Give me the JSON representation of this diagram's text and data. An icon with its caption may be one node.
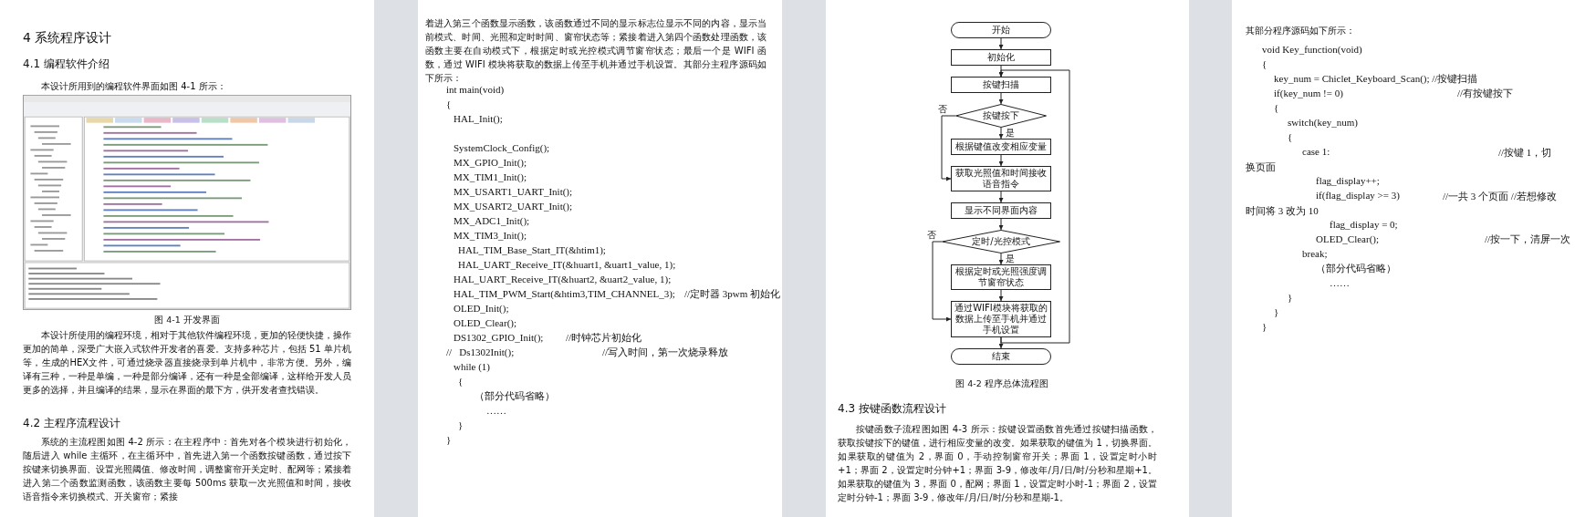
{
  "diagram": {
    "nodes": [
      {
        "text": [
          "开始"
        ]
      },
      {
        "text": [
          "初始化"
        ]
      },
      {
        "text": [
          "按键扫描"
        ]
      },
      {
        "text": [
          "按键按下"
        ]
      },
      {
        "text": [
          "根据键值改变相应变量"
        ]
      },
      {
        "text": [
          "获取光照值和时间接收语音指令"
        ]
      },
      {
        "text": [
          "显示不同界面内容"
        ]
      },
      {
        "text": [
          "定时/光控模式"
        ]
      },
      {
        "text": [
          "根据定时或光照强度调节窗帘状态"
        ]
      },
      {
        "text": [
          "通过WIFI模块将获取的数据上传至手机并通过手机设置"
        ]
      },
      {
        "text": [
          "结束"
        ]
      }
    ],
    "edges": [
      {
        "from": 0,
        "to": 1,
        "arrow": "to"
      },
      {
        "from": 1,
        "to": 2,
        "arrow": "to"
      },
      {
        "from": 2,
        "to": 3,
        "arrow": "to"
      },
      {
        "from": 3,
        "to": 4,
        "arrow": "to",
        "label": "是"
      },
      {
        "from": 3,
        "to": 5,
        "arrow": "to",
        "label": "否"
      },
      {
        "from": 4,
        "to": 5,
        "arrow": "to"
      },
      {
        "from": 5,
        "to": 6,
        "arrow": "to"
      },
      {
        "from": 6,
        "to": 7,
        "arrow": "to"
      },
      {
        "from": 7,
        "to": 8,
        "arrow": "to",
        "label": "是"
      },
      {
        "from": 7,
        "to": 9,
        "arrow": "to",
        "label": "否"
      },
      {
        "from": 8,
        "to": 9,
        "arrow": "to"
      },
      {
        "from": 9,
        "to": 10,
        "arrow": "to"
      },
      {
        "from": 9,
        "to": 2,
        "arrow": "to"
      }
    ],
    "labels": [
      "4 系统程序设计",
      "4.1 编程软件介绍",
      "本设计所用到的编程软件界面如图 4-1 所示：",
      "图 4-1 开发界面",
      "本设计所使用的编程环境，相对于其他软件编程环境，更加的轻便快捷，操作更加的简单，深受广大嵌入式软件开发者的喜爱。支持多种芯片，包括 51 单片机等，生成的HEX文件，可通过烧录器直接烧录到单片机中，非常方便。另外，编译有三种，一种是单编，一种是部分编译，还有一种是全部编译，这样给开发人员更多的选择，并且编译的结果，显示在界面的最下方，供开发者查找错误。",
      "4.2 主程序流程设计",
      "系统的主流程图如图 4-2 所示：在主程序中：首先对各个模块进行初始化，随后进入 while 主循环，在主循环中，首先进入第一个函数按键函数，通过按下按键来切换界面、设置光照阈值、修改时间，调整窗帘开关定时、配网等；紧接着进入第二个函数监测函数，该函数主要每 500ms 获取一次光照值和时间，接收语音指令来切换模式、开关窗帘；紧接",
      "着进入第三个函数显示函数，该函数通过不同的显示标志位显示不同的内容，显示当前模式、时间、光照和定时时间、窗帘状态等；紧接着进入第四个函数处理函数，该函数主要在自动模式下，根据定时或光控模式调节窗帘状态；最后一个是 WIFI 函数，通过 WIFI 模块将获取的数据上传至手机并通过手机设置。其部分主程序源码如下所示：",
      "int main(void)",
      "{",
      "HAL_Init();",
      "SystemClock_Config();",
      "MX_GPIO_Init();",
      "MX_TIM1_Init();",
      "MX_USART1_UART_Init();",
      "MX_USART2_UART_Init();",
      "MX_ADC1_Init();",
      "MX_TIM3_Init();",
      "HAL_TIM_Base_Start_IT(&htim1);",
      "HAL_UART_Receive_IT(&huart1, &uart1_value, 1);",
      "HAL_UART_Receive_IT(&huart2, &uart2_value, 1);",
      "HAL_TIM_PWM_Start(&htim3,TIM_CHANNEL_3);",
      "//定时器 3pwm 初始化",
      "OLED_Init();",
      "OLED_Clear();",
      "DS1302_GPIO_Init();",
      "//时钟芯片初始化",
      "//   Ds1302Init();",
      "//写入时间，第一次烧录释放",
      "while (1)",
      "{",
      "（部分代码省略）",
      "……",
      "}",
      "}",
      "图 4-2 程序总体流程图",
      "4.3 按键函数流程设计",
      "按键函数子流程图如图 4-3 所示：按键设置函数首先通过按键扫描函数，获取按键按下的键值，进行相应变量的改变。如果获取的键值为 1，切换界面。如果获取的键值为 2，界面 0，手动控制窗帘开关；界面 1，设置定时小时+1；界面 2，设置定时分钟+1；界面 3-9，修改年/月/日/时/分秒和星期+1。如果获取的键值为 3，界面 0，配网；界面 1，设置定时小时-1；界面 2，设置定时分钟-1；界面 3-9，修改年/月/日/时/分秒和星期-1。",
      "其部分程序源码如下所示：",
      "void Key_function(void)",
      "{",
      "key_num = Chiclet_Keyboard_Scan(); //按键扫描",
      "if(key_num != 0)",
      "//有按键按下",
      "{",
      "switch(key_num)",
      "{",
      "case 1:",
      "//按键 1，切换页面",
      "flag_display++;",
      "if(flag_display >= 3)",
      "//一共 3 个页面 //若想修改时间将 3 改为 10",
      "flag_display = 0;",
      "OLED_Clear();",
      "//按一下，清屏一次",
      "break;",
      "（部分代码省略）",
      "……",
      "}",
      "}",
      "}"
    ]
  }
}
